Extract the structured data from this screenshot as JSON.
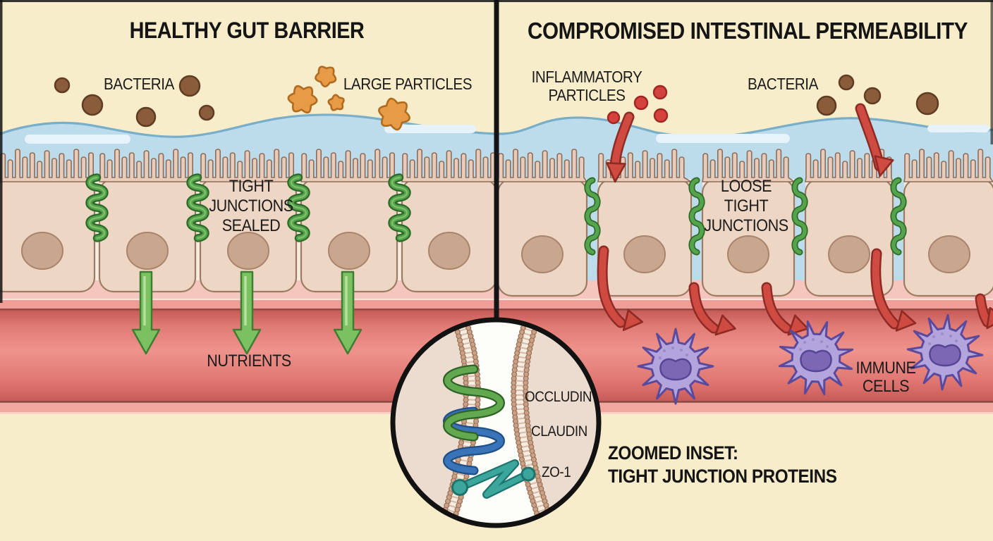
{
  "left_panel": {
    "title": "HEALTHY GUT BARRIER",
    "bacteria_label": "BACTERIA",
    "large_particles_label": "LARGE PARTICLES",
    "tight_junctions_label": "TIGHT\nJUNCTIONS\nSEALED",
    "nutrients_label": "NUTRIENTS"
  },
  "right_panel": {
    "title": "COMPROMISED INTESTINAL PERMEABILITY",
    "inflammatory_label": "INFLAMMATORY\nPARTICLES",
    "bacteria_label": "BACTERIA",
    "loose_junctions_label": "LOOSE\nTIGHT\nJUNCTIONS",
    "immune_cells_label": "IMMUNE\nCELLS"
  },
  "inset": {
    "occludin_label": "OCCLUDIN",
    "claudin_label": "CLAUDIN",
    "zo1_label": "ZO-1",
    "caption": "ZOOMED INSET:\nTIGHT JUNCTION PROTEINS"
  },
  "colors": {
    "background": "#f8edcb",
    "mucus": "#bcdcec",
    "mucus_edge": "#79aec9",
    "mucus_highlight": "#e6f3fa",
    "cell_underlay": "#f6ebdf",
    "villi": "#e9cbb9",
    "villi_outline": "#8d6d59",
    "cell": "#eed6c5",
    "cell_outline": "#9b7b64",
    "nucleus": "#c9a78f",
    "nucleus_outline": "#a8846c",
    "junction_green": "#55a34c",
    "junction_green_dark": "#2c6a28",
    "junction_green_light": "#7fc06d",
    "lamina_light": "#f5c6bd",
    "lamina_line": "#fbe3dc",
    "lamina_mid": "#ef9d96",
    "vessel_line": "#8e4b43",
    "vessel_top": "#c75a56",
    "vessel_mid": "#ee938c",
    "vessel_wall": "#f2a89f",
    "vessel_wall_light": "#f9d3ca",
    "green_arrow": "#7cc161",
    "green_arrow_dark": "#3f7d33",
    "green_arrow_light": "#b6e09e",
    "red_arrow": "#cf4b42",
    "red_arrow_dark": "#8e2b24",
    "bacteria_brown": "#8a5c3b",
    "bacteria_outline": "#5f3d22",
    "particle_orange": "#e89b47",
    "particle_orange_outline": "#b06b1e",
    "red_particle": "#d5413d",
    "red_particle_outline": "#9e2722",
    "immune_body": "#b2a4dc",
    "immune_outline": "#5b4a9b",
    "immune_nucleus": "#7b67b4",
    "immune_nucleus_outline": "#564494",
    "immune_speckle": "#9a8bc8",
    "divider": "#141414",
    "inset_bg": "#ecdccf",
    "inset_gap": "#fdfdfa",
    "inset_border": "#121212",
    "membrane_band": "#f8ede3",
    "membrane_stripe": "#d8bda9",
    "membrane_bead": "#cba084",
    "membrane_bead_dark": "#97725a",
    "occludin_green": "#61a84f",
    "occludin_green_dark": "#2f6428",
    "claudin_blue": "#3a74b8",
    "claudin_blue_dark": "#1f4f86",
    "zo1_teal": "#3aa69c",
    "zo1_teal_dark": "#1e746d",
    "frame": "#131313"
  }
}
